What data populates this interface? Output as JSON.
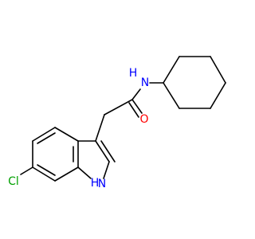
{
  "molecule": {
    "atoms": {
      "nitrogen_amide": {
        "label": "N",
        "color": "#0000ff"
      },
      "hydrogen_amide": {
        "label": "H",
        "color": "#0000ff"
      },
      "oxygen_carbonyl": {
        "label": "O",
        "color": "#ff0000"
      },
      "chlorine": {
        "label": "Cl",
        "color": "#00a000"
      },
      "nitrogen_indole": {
        "label": "N",
        "color": "#0000ff"
      },
      "hydrogen_indole": {
        "label": "H",
        "color": "#0000ff"
      }
    }
  }
}
